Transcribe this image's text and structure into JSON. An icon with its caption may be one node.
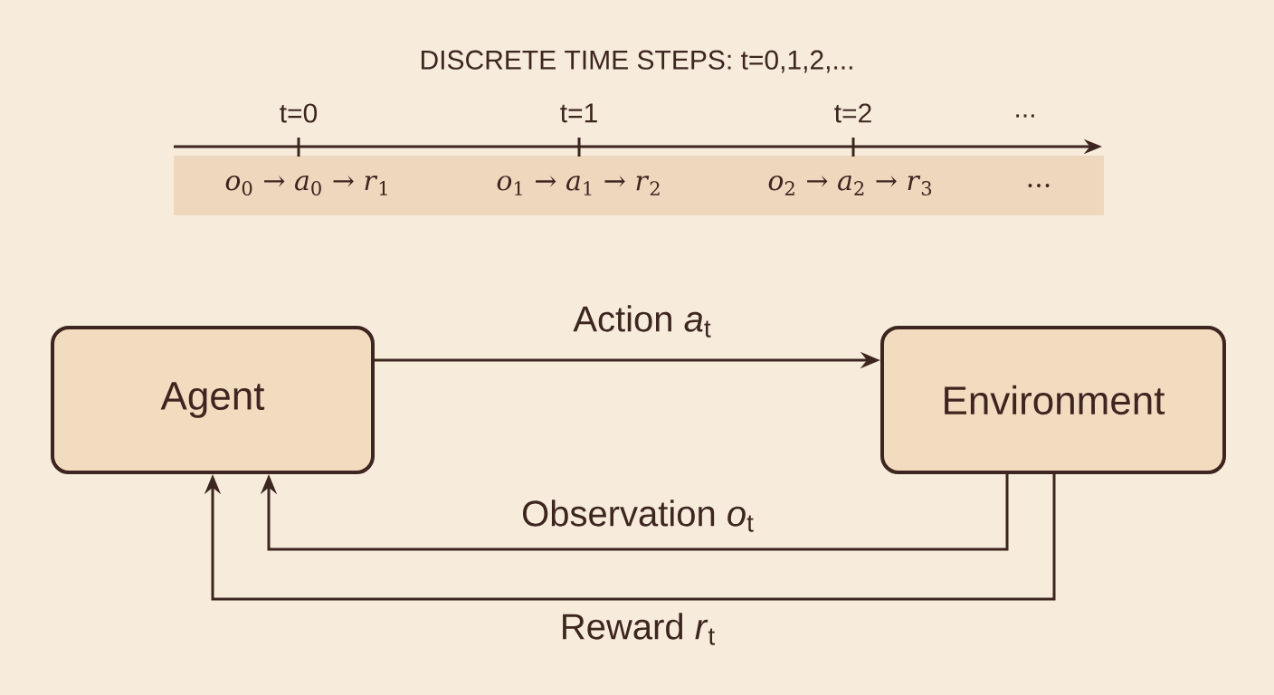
{
  "diagram": {
    "title": "DISCRETE TIME STEPS: t=0,1,2,...",
    "nodes": [
      {
        "text": [
          "Agent"
        ]
      },
      {
        "text": [
          "Environment"
        ]
      }
    ],
    "edges": [
      {
        "from": 0,
        "to": 1,
        "arrow": "to",
        "label": "Action *a*$_{t}$"
      },
      {
        "from": 1,
        "to": 0,
        "arrow": "to",
        "label": "Observation *o*$_{t}$"
      },
      {
        "from": 1,
        "to": 0,
        "arrow": "to",
        "label": "Reward *r*$_{t}$"
      }
    ],
    "labels": [
      "t=0",
      "t=1",
      "t=2",
      "...",
      "*o*$_{0}$ → *a*$_{0}$ → *r*$_{1}$",
      "*o*$_{1}$ → *a*$_{1}$ → *r*$_{2}$",
      "*o*$_{2}$ → *a*$_{2}$ → *r*$_{3}$",
      "..."
    ]
  }
}
